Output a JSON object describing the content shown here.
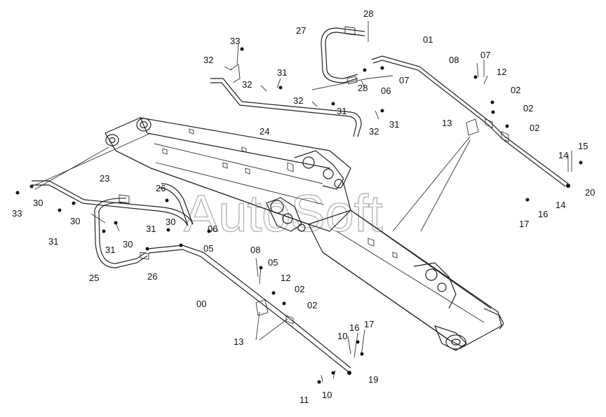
{
  "watermark": "AutoSoft",
  "labels": {
    "l28a": "28",
    "l27": "27",
    "l01": "01",
    "l08a": "08",
    "l07a": "07",
    "l12a": "12",
    "l02a": "02",
    "l02b": "02",
    "l02c": "02",
    "l13a": "13",
    "l33a": "33",
    "l32a": "32",
    "l31a": "31",
    "l32b": "32",
    "l28b": "28",
    "l06a": "06",
    "l07b": "07",
    "l32c": "32",
    "l31b": "31",
    "l32d": "32",
    "l31c": "31",
    "l24": "24",
    "l14a": "14",
    "l15": "15",
    "l20": "20",
    "l14b": "14",
    "l16a": "16",
    "l17a": "17",
    "l23": "23",
    "l26a": "26",
    "l33b": "33",
    "l30a": "30",
    "l30b": "30",
    "l31d": "31",
    "l30c": "30",
    "l06b": "06",
    "l31e": "31",
    "l31f": "31",
    "l30d": "30",
    "l05a": "05",
    "l25": "25",
    "l26b": "26",
    "l08b": "08",
    "l05b": "05",
    "l12b": "12",
    "l00": "00",
    "l02d": "02",
    "l02e": "02",
    "l13b": "13",
    "l10a": "10",
    "l16b": "16",
    "l17b": "17",
    "l19": "19",
    "l11": "11",
    "l10b": "10"
  }
}
